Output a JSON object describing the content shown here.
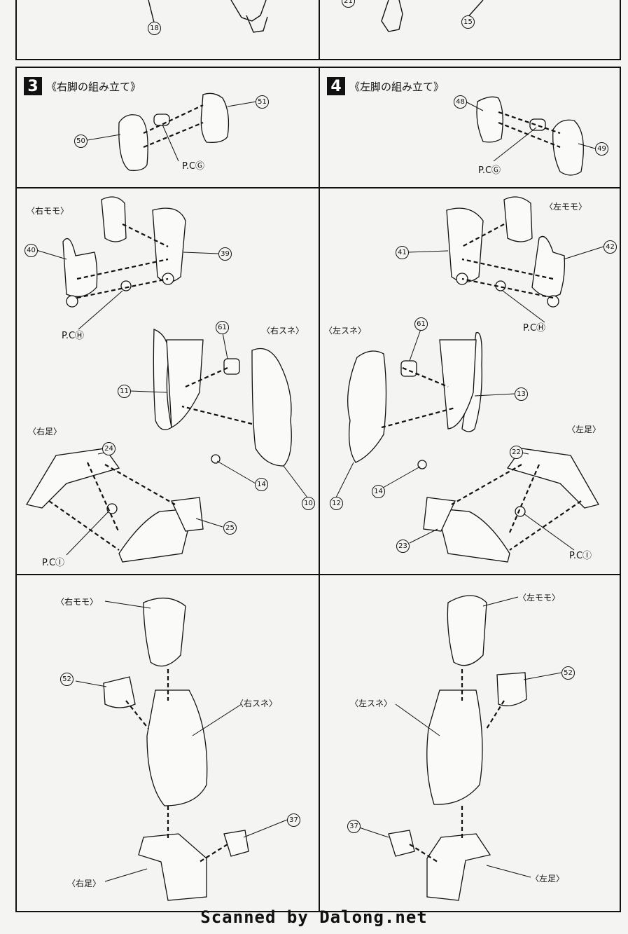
{
  "top_callouts": {
    "left": "18",
    "right_a": "21",
    "right_b": "15"
  },
  "step3": {
    "number": "3",
    "title": "《右脚の組み立て》"
  },
  "step4": {
    "number": "4",
    "title": "《左脚の組み立て》"
  },
  "parts": {
    "p50": "50",
    "p51": "51",
    "p48": "48",
    "p49": "49",
    "p40": "40",
    "p39": "39",
    "p41": "41",
    "p42": "42",
    "p61a": "61",
    "p61b": "61",
    "p11": "11",
    "p13": "13",
    "p14a": "14",
    "p14b": "14",
    "p10": "10",
    "p12": "12",
    "p24": "24",
    "p25": "25",
    "p22": "22",
    "p23": "23",
    "p52a": "52",
    "p52b": "52",
    "p37a": "37",
    "p37b": "37"
  },
  "labels": {
    "right_thigh": "〈右モモ〉",
    "left_thigh": "〈左モモ〉",
    "right_shin": "〈右スネ〉",
    "left_shin": "〈左スネ〉",
    "right_foot": "〈右足〉",
    "left_foot": "〈左足〉",
    "pc_g_r": "P.CⒼ",
    "pc_g_l": "P.CⒼ",
    "pc_h_r": "P.CⒽ",
    "pc_h_l": "P.CⒽ",
    "pc_i_r": "P.CⒾ",
    "pc_i_l": "P.CⒾ"
  },
  "footer": "Scanned by Dalong.net"
}
